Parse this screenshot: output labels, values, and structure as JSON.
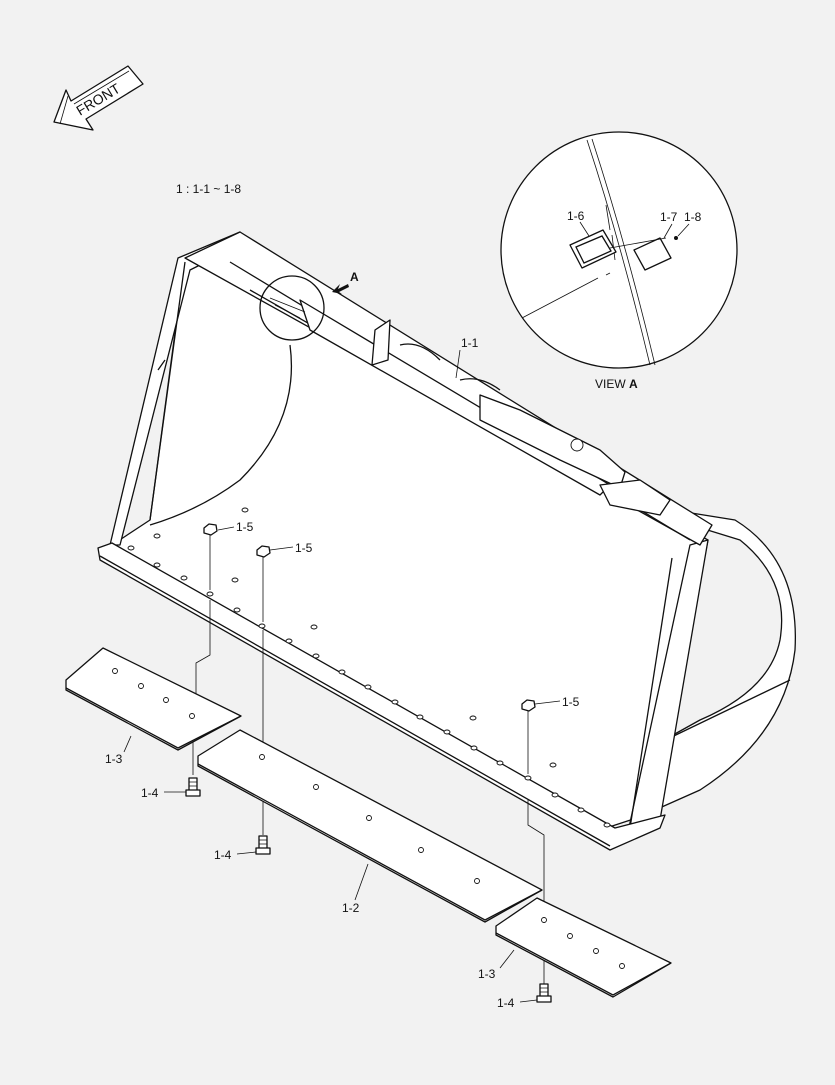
{
  "front_arrow": {
    "label": "FRONT"
  },
  "legend": {
    "text": "1 : 1-1 ~ 1-8"
  },
  "view_arrow": {
    "label": "A"
  },
  "view_caption": {
    "prefix": "VIEW ",
    "bold": "A"
  },
  "callouts": {
    "c1_1": "1-1",
    "c1_2": "1-2",
    "c1_3a": "1-3",
    "c1_3b": "1-3",
    "c1_4a": "1-4",
    "c1_4b": "1-4",
    "c1_4c": "1-4",
    "c1_5a": "1-5",
    "c1_5b": "1-5",
    "c1_5c": "1-5",
    "c1_6": "1-6",
    "c1_7": "1-7",
    "c1_8": "1-8"
  }
}
